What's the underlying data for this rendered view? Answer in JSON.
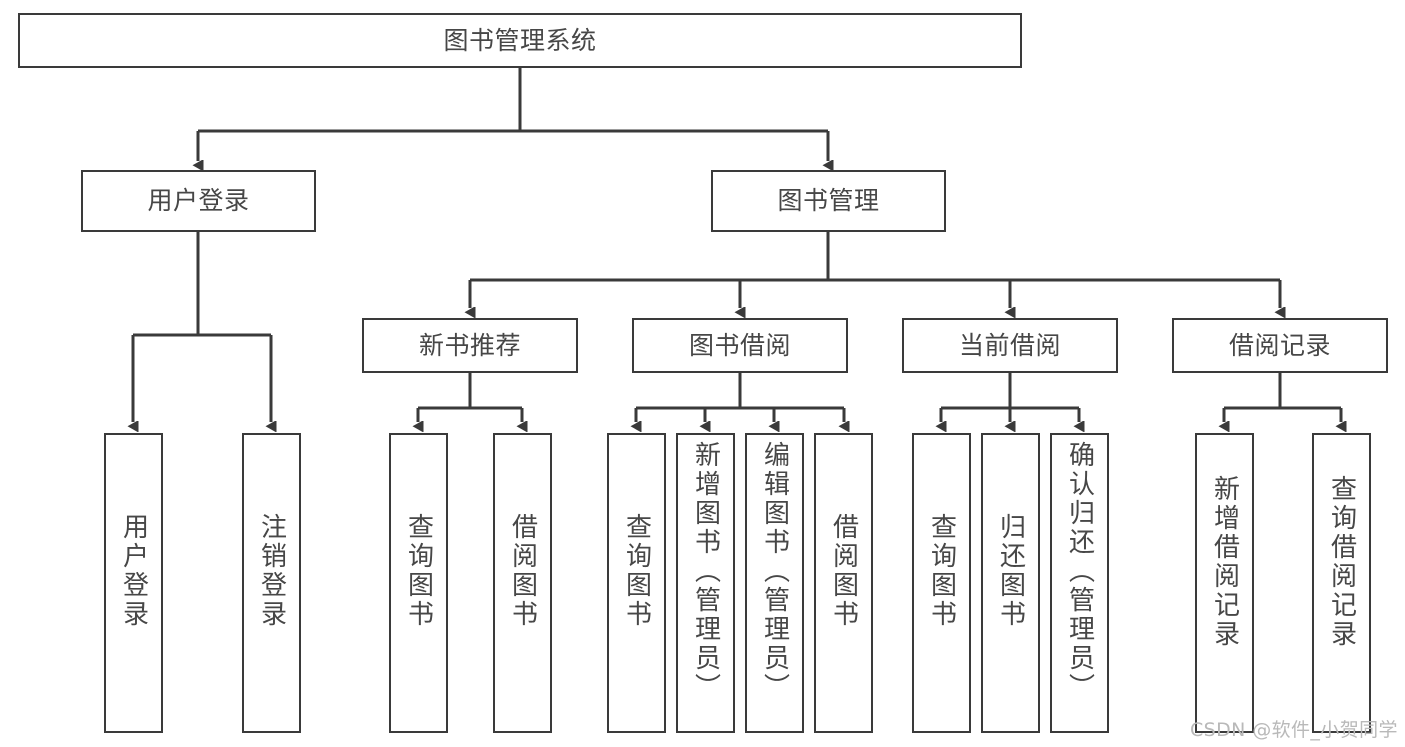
{
  "diagram": {
    "title": "图书管理系统",
    "type": "hierarchy-tree",
    "root": {
      "id": "root",
      "label": "图书管理系统"
    },
    "level2": [
      {
        "id": "user-login",
        "label": "用户登录"
      },
      {
        "id": "book-management",
        "label": "图书管理"
      }
    ],
    "level3": [
      {
        "id": "new-book-recommend",
        "label": "新书推荐",
        "parent": "book-management"
      },
      {
        "id": "book-borrow",
        "label": "图书借阅",
        "parent": "book-management"
      },
      {
        "id": "current-borrow",
        "label": "当前借阅",
        "parent": "book-management"
      },
      {
        "id": "borrow-record",
        "label": "借阅记录",
        "parent": "book-management"
      }
    ],
    "leaves": [
      {
        "id": "leaf-user-login",
        "label": "用户登录",
        "parent": "user-login"
      },
      {
        "id": "leaf-user-logout",
        "label": "注销登录",
        "parent": "user-login"
      },
      {
        "id": "leaf-query-book-1",
        "label": "查询图书",
        "parent": "new-book-recommend"
      },
      {
        "id": "leaf-borrow-book-1",
        "label": "借阅图书",
        "parent": "new-book-recommend"
      },
      {
        "id": "leaf-query-book-2",
        "label": "查询图书",
        "parent": "book-borrow"
      },
      {
        "id": "leaf-add-book",
        "label": "新增图书（管理员）",
        "parent": "book-borrow"
      },
      {
        "id": "leaf-edit-book",
        "label": "编辑图书（管理员）",
        "parent": "book-borrow"
      },
      {
        "id": "leaf-borrow-book-2",
        "label": "借阅图书",
        "parent": "book-borrow"
      },
      {
        "id": "leaf-query-book-3",
        "label": "查询图书",
        "parent": "current-borrow"
      },
      {
        "id": "leaf-return-book",
        "label": "归还图书",
        "parent": "current-borrow"
      },
      {
        "id": "leaf-confirm-return",
        "label": "确认归还（管理员）",
        "parent": "current-borrow"
      },
      {
        "id": "leaf-add-record",
        "label": "新增借阅记录",
        "parent": "borrow-record"
      },
      {
        "id": "leaf-query-record",
        "label": "查询借阅记录",
        "parent": "borrow-record"
      }
    ],
    "colors": {
      "stroke": "#3a3a3a",
      "text": "#474747",
      "background": "#ffffff",
      "watermark": "#b9b9b9"
    }
  },
  "watermark": {
    "text": "CSDN @软件_小贺同学"
  }
}
